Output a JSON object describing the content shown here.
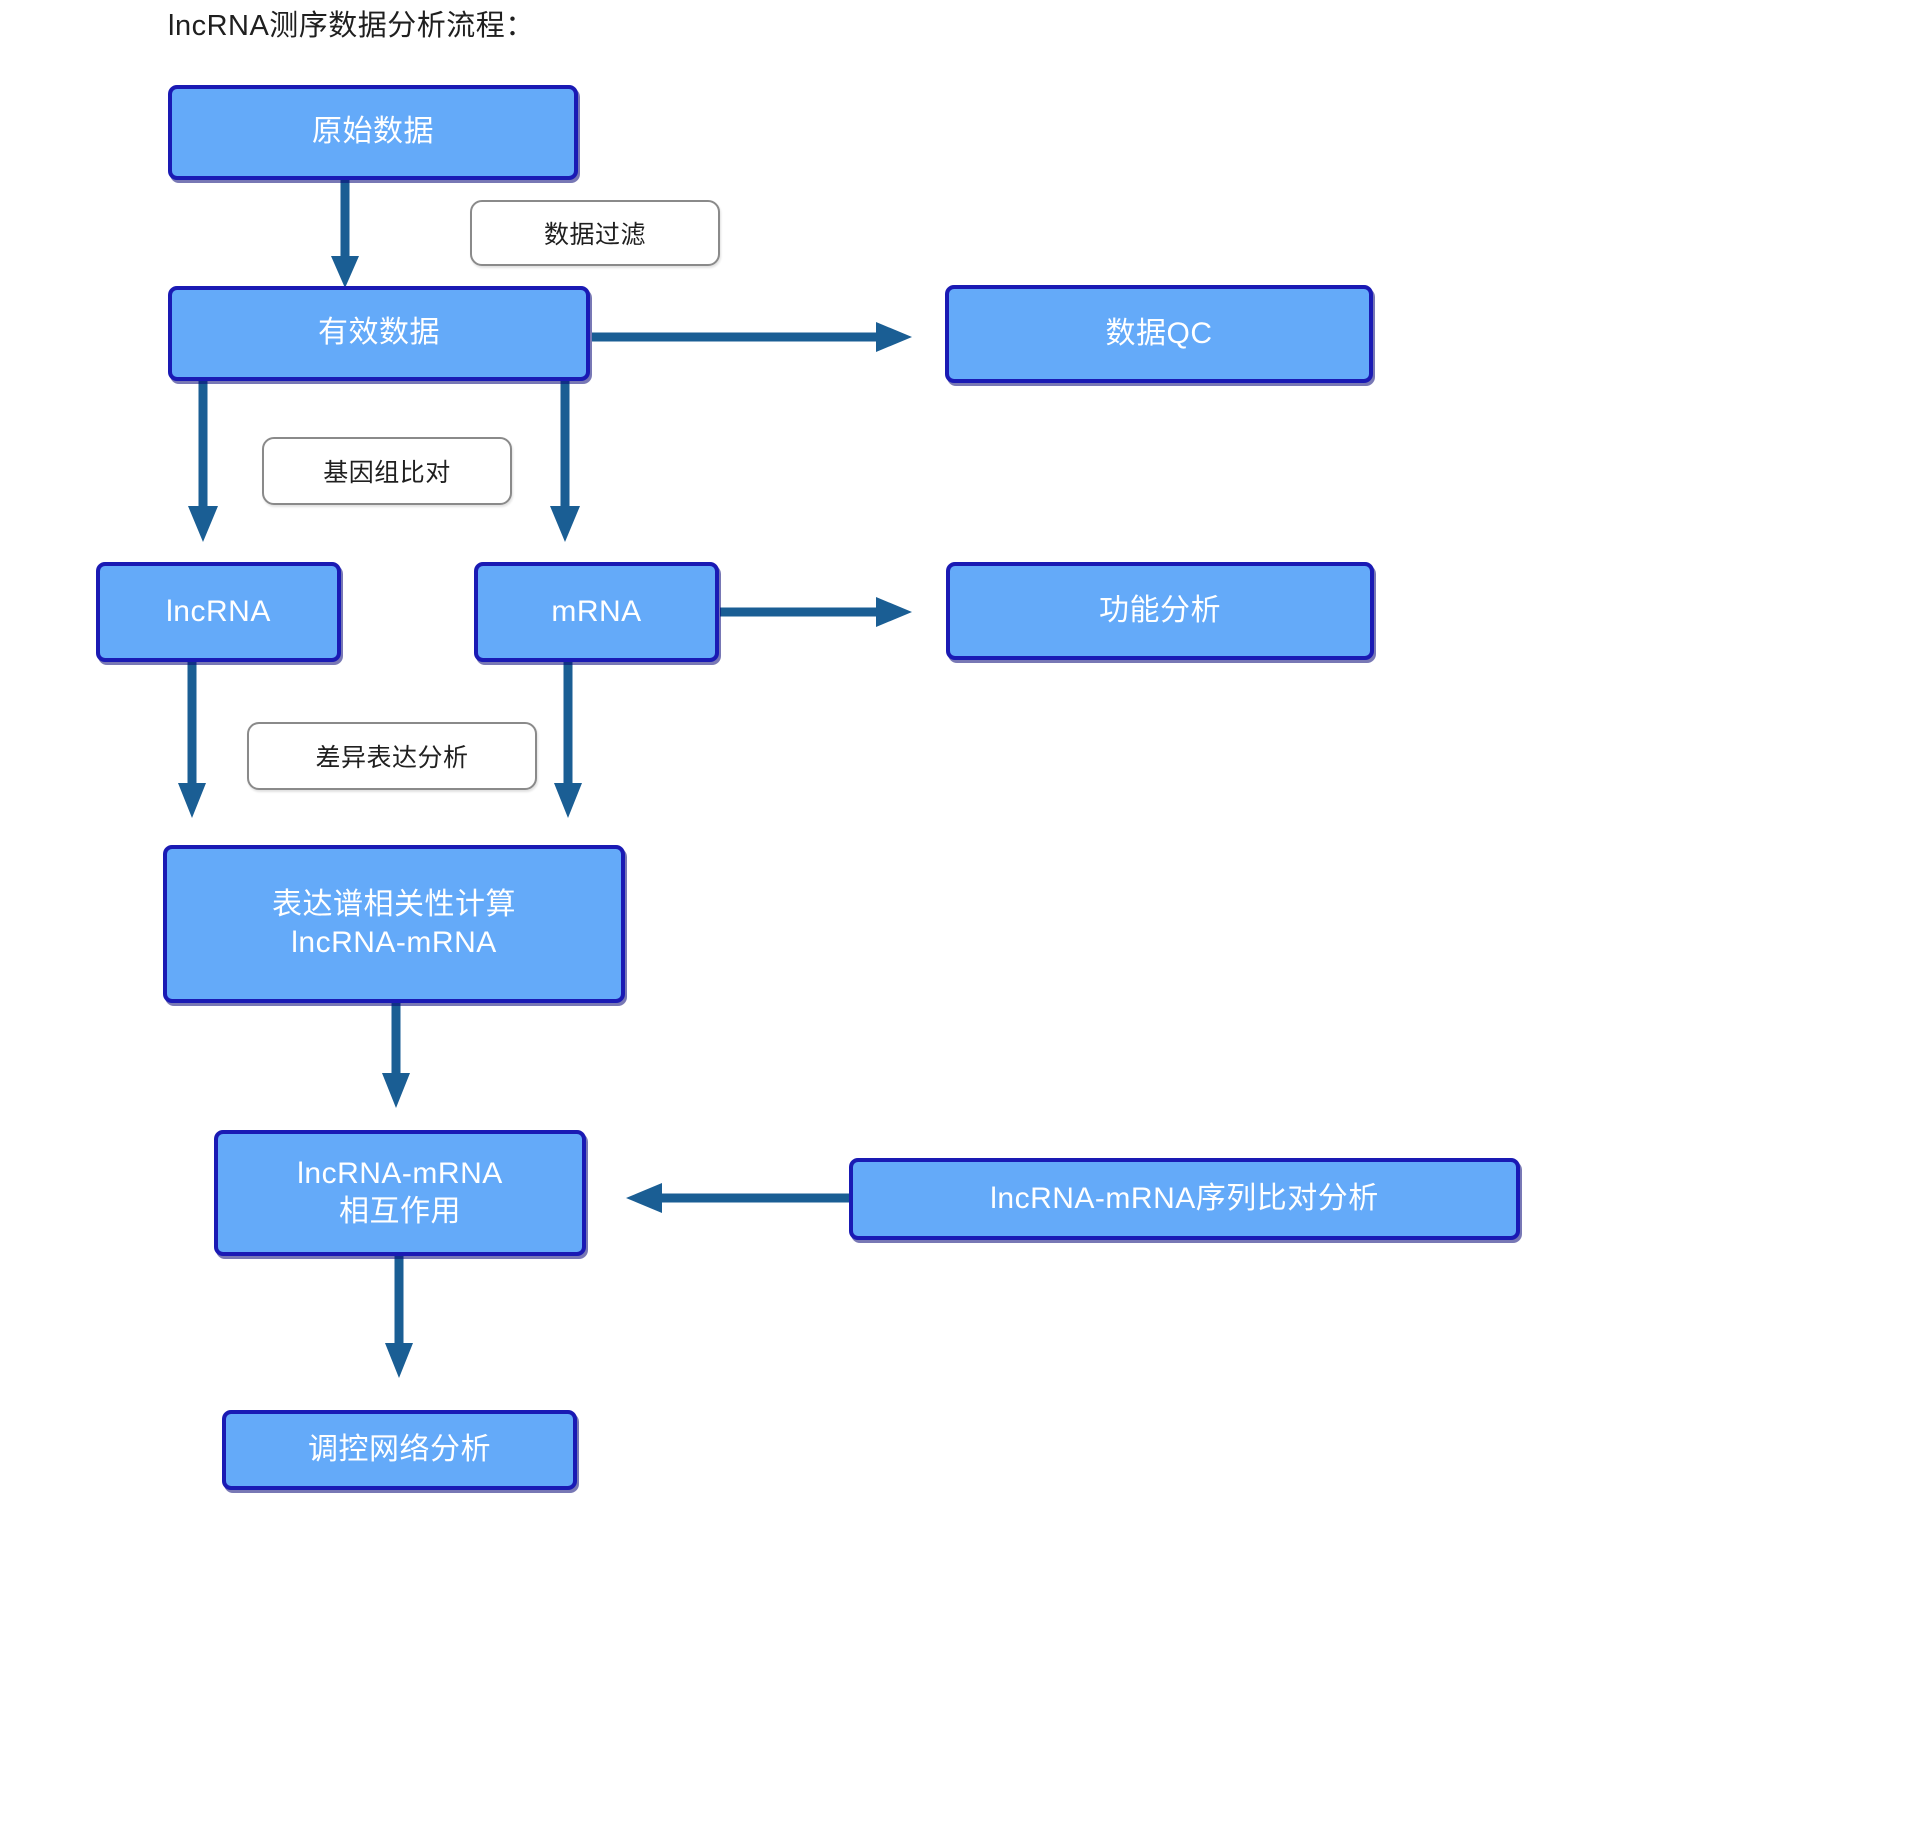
{
  "title": "lncRNA测序数据分析流程：",
  "colors": {
    "node_fill": "#64aaf9",
    "node_border": "#1a1ab4",
    "node_text": "#ffffff",
    "arrow": "#1a5e94",
    "label_border": "#8a8a8a",
    "label_text": "#202020",
    "background": "#ffffff"
  },
  "nodes": [
    {
      "id": "raw-data",
      "label": "原始数据"
    },
    {
      "id": "valid-data",
      "label": "有效数据"
    },
    {
      "id": "data-qc",
      "label": "数据QC"
    },
    {
      "id": "lncrna",
      "label": "lncRNA"
    },
    {
      "id": "mrna",
      "label": "mRNA"
    },
    {
      "id": "functional-analysis",
      "label": "功能分析"
    },
    {
      "id": "expression-correlation",
      "label_line1": "表达谱相关性计算",
      "label_line2": "lncRNA-mRNA"
    },
    {
      "id": "lncrna-mrna-interaction",
      "label_line1": "lncRNA-mRNA",
      "label_line2": "相互作用"
    },
    {
      "id": "sequence-alignment",
      "label": "lncRNA-mRNA序列比对分析"
    },
    {
      "id": "network-analysis",
      "label": "调控网络分析"
    }
  ],
  "edge_labels": [
    {
      "id": "data-filter",
      "label": "数据过滤"
    },
    {
      "id": "genome-alignment",
      "label": "基因组比对"
    },
    {
      "id": "differential-expression",
      "label": "差异表达分析"
    }
  ],
  "edges": [
    {
      "id": "raw-to-valid",
      "from": "原始数据",
      "to": "有效数据",
      "label": "数据过滤",
      "direction": "down"
    },
    {
      "id": "valid-to-qc",
      "from": "有效数据",
      "to": "数据QC",
      "label": "",
      "direction": "right"
    },
    {
      "id": "valid-to-lncrna",
      "from": "有效数据",
      "to": "lncRNA",
      "label": "基因组比对",
      "direction": "down"
    },
    {
      "id": "valid-to-mrna",
      "from": "有效数据",
      "to": "mRNA",
      "label": "基因组比对",
      "direction": "down"
    },
    {
      "id": "mrna-to-functional",
      "from": "mRNA",
      "to": "功能分析",
      "label": "",
      "direction": "right"
    },
    {
      "id": "lncrna-to-correlation",
      "from": "lncRNA",
      "to": "表达谱相关性计算",
      "label": "差异表达分析",
      "direction": "down"
    },
    {
      "id": "mrna-to-correlation",
      "from": "mRNA",
      "to": "表达谱相关性计算",
      "label": "差异表达分析",
      "direction": "down"
    },
    {
      "id": "correlation-to-interaction",
      "from": "表达谱相关性计算",
      "to": "lncRNA-mRNA相互作用",
      "label": "",
      "direction": "down"
    },
    {
      "id": "alignment-to-interaction",
      "from": "lncRNA-mRNA序列比对分析",
      "to": "lncRNA-mRNA相互作用",
      "label": "",
      "direction": "left"
    },
    {
      "id": "interaction-to-network",
      "from": "lncRNA-mRNA相互作用",
      "to": "调控网络分析",
      "label": "",
      "direction": "down"
    }
  ]
}
